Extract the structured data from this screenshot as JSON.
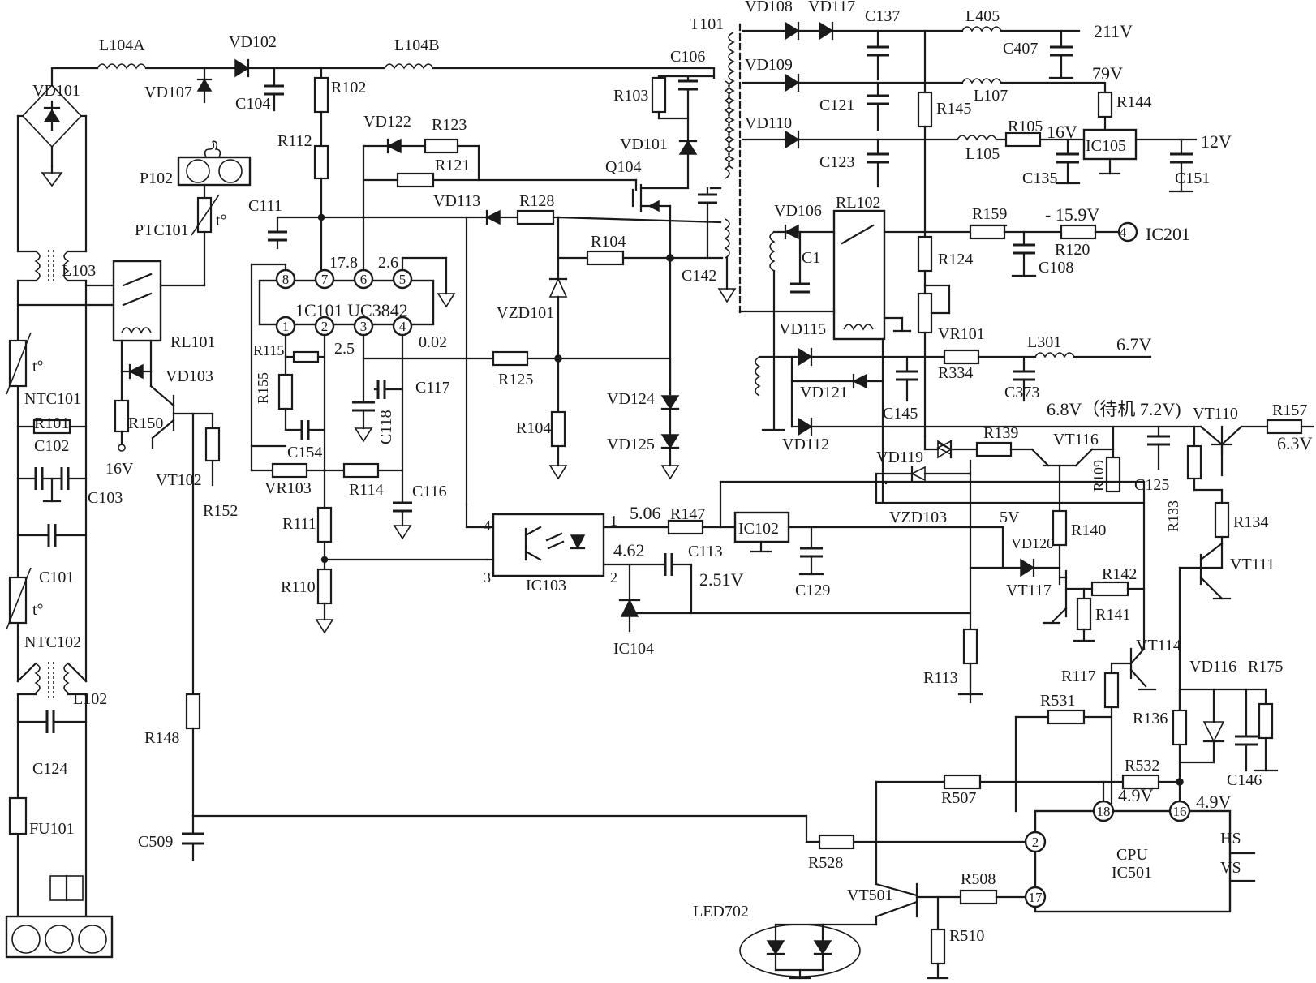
{
  "labels": {
    "l104a": "L104A",
    "vd102": "VD102",
    "l104b": "L104B",
    "t101": "T101",
    "vd108": "VD108",
    "vd117": "VD117",
    "c137": "C137",
    "l405": "L405",
    "v211": "211V",
    "c406": "C106",
    "vd101a": "VD101",
    "vd107": "VD107",
    "c104": "C104",
    "r102": "R102",
    "c407": "C407",
    "vd109": "VD109",
    "v79": "79V",
    "r103": "R103",
    "vd101b": "VD101",
    "c121": "C121",
    "r145": "R145",
    "l107": "L107",
    "r144": "R144",
    "vd122": "VD122",
    "r123": "R123",
    "r112": "R112",
    "vd110": "VD110",
    "r105": "R105",
    "v16": "16V",
    "v12": "12V",
    "l105": "L105",
    "ic105": "IC105",
    "c123": "C123",
    "c135": "C135",
    "c151": "C151",
    "p102": "P102",
    "r121": "R121",
    "q104": "Q104",
    "vd113": "VD113",
    "r128": "R128",
    "c111": "C111",
    "ptc101": "PTC101",
    "vd106": "VD106",
    "rl102": "RL102",
    "r159": "R159",
    "vneg": "- 15.9V",
    "r120": "R120",
    "ic201": "IC201",
    "pin4": "4",
    "c1x": "C1",
    "c108": "C108",
    "r124": "R124",
    "l103": "L103",
    "r104a": "R104",
    "c142": "C142",
    "v178": "17.8",
    "v26": "2.6",
    "uc_name": "1C101  UC3842",
    "vzd101": "VZD101",
    "vd115": "VD115",
    "vr101": "VR101",
    "rl101": "RL101",
    "r115": "R115",
    "v25": "2.5",
    "v002": "0.02",
    "r334": "R334",
    "l301": "L301",
    "v67": "6.7V",
    "vd103": "VD103",
    "ntc101": "NTC101",
    "r155": "R155",
    "c117": "C117",
    "c118": "C118",
    "r125": "R125",
    "vd121": "VD121",
    "c373": "C373",
    "vd124": "VD124",
    "c145": "C145",
    "v68": "6.8V（待机 7.2V)",
    "vt110": "VT110",
    "r157": "R157",
    "r101": "R101",
    "r150": "R150",
    "v16b": "16V",
    "vt102": "VT102",
    "c154": "C154",
    "r104b": "R104",
    "vd112": "VD112",
    "r139": "R139",
    "vt116": "VT116",
    "c102": "C102",
    "c103": "C103",
    "vr103": "VR103",
    "r114": "R114",
    "vd125": "VD125",
    "vd119": "VD119",
    "r109": "R109",
    "c125": "C125",
    "v63": "6.3V",
    "r152": "R152",
    "c116": "C116",
    "r133": "R133",
    "r134": "R134",
    "r111": "R111",
    "v506": "5.06",
    "r147": "R147",
    "ic102": "IC102",
    "vzd103": "VZD103",
    "v5": "5V",
    "r140": "R140",
    "c101": "C101",
    "v462": "4.62",
    "c113": "C113",
    "vd120": "VD120",
    "vt111": "VT111",
    "r110": "R110",
    "v251": "2.51V",
    "ic103": "IC103",
    "c129": "C129",
    "vt117": "VT117",
    "r142": "R142",
    "r141": "R141",
    "ntc102": "NTC102",
    "ic104": "IC104",
    "vt114": "VT114",
    "l102": "L102",
    "r113": "R113",
    "r117": "R117",
    "vd116": "VD116",
    "r175": "R175",
    "r531": "R531",
    "r136": "R136",
    "r148": "R148",
    "c124": "C124",
    "r532": "R532",
    "c146": "C146",
    "r507": "R507",
    "v49a": "4.9V",
    "v49b": "4.9V",
    "fu101": "FU101",
    "c509": "C509",
    "r528": "R528",
    "hs": "HS",
    "vs": "VS",
    "cpu": "CPU",
    "ic501": "IC501",
    "vt501": "VT501",
    "r508": "R508",
    "led702": "LED702",
    "r510": "R510",
    "vd101bridge": "VD101",
    "pin1": "1",
    "pin2": "2",
    "pin3": "3",
    "pin4b": "4",
    "uc_p8": "8",
    "uc_p7": "7",
    "uc_p6": "6",
    "uc_p5": "5",
    "uc_p1": "1",
    "uc_p2": "2",
    "uc_p3": "3",
    "uc_p4": "4",
    "cpu_p2": "2",
    "cpu_p17": "17",
    "cpu_p18": "18",
    "cpu_p16": "16",
    "t_sym": "t°"
  }
}
